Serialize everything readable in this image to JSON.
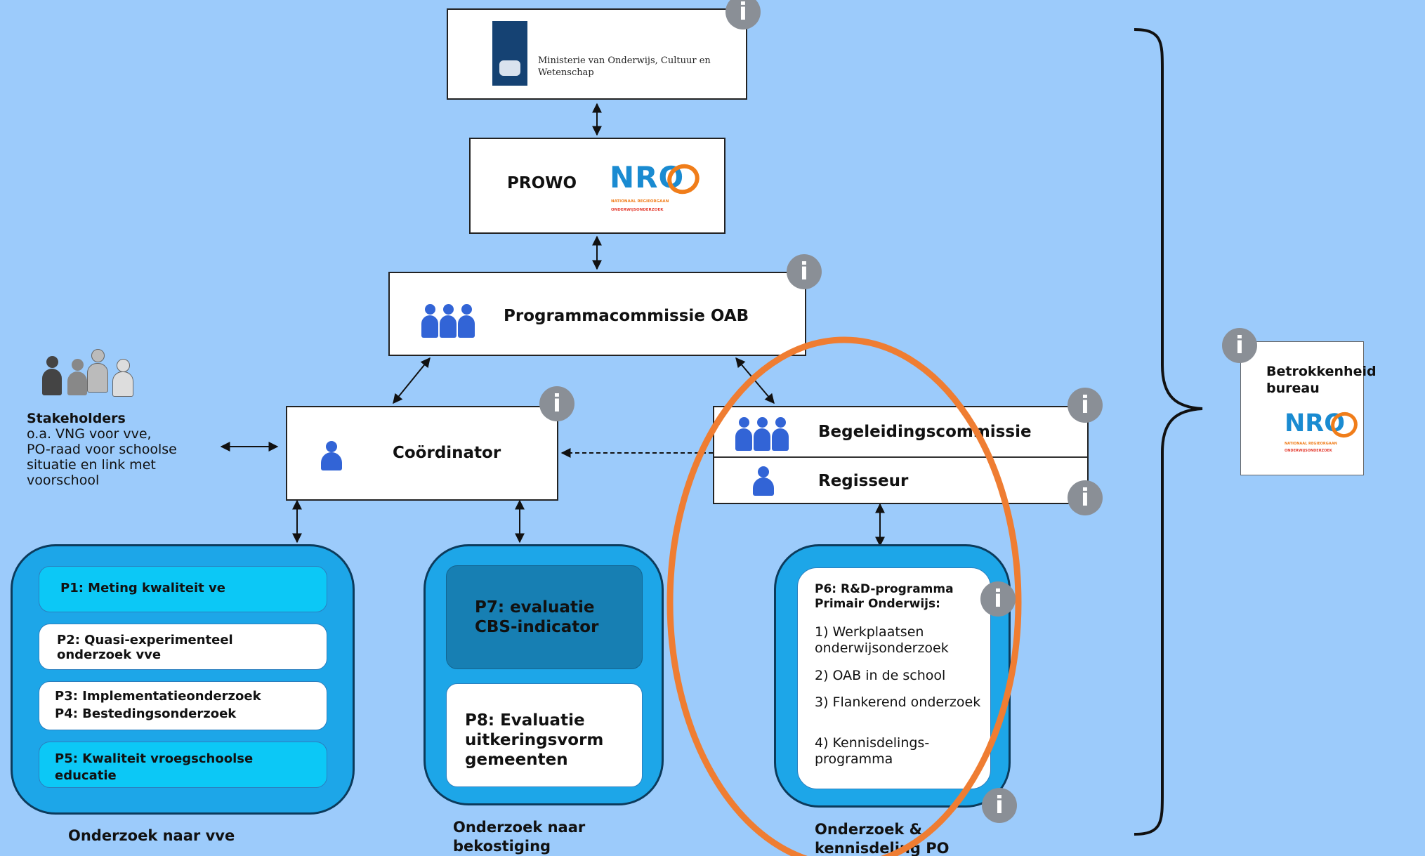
{
  "ministry": {
    "name": "Ministerie van Onderwijs, Cultuur en Wetenschap"
  },
  "prowo": {
    "label": "PROWO",
    "logo_text": "NRO",
    "logo_sub1": "NATIONAAL REGIEORGAAN",
    "logo_sub2": "ONDERWIJSONDERZOEK"
  },
  "programmacommissie": {
    "label": "Programmacommissie OAB"
  },
  "coordinator": {
    "label": "Coördinator"
  },
  "begeleiding": {
    "label": "Begeleidingscommissie"
  },
  "regisseur": {
    "label": "Regisseur"
  },
  "stakeholders": {
    "title": "Stakeholders",
    "lines": [
      "o.a. VNG voor vve,",
      "PO-raad voor schoolse",
      "situatie en link met",
      "voorschool"
    ]
  },
  "vve_panel": {
    "items": [
      "P1: Meting kwaliteit ve",
      "P2: Quasi-experimenteel onderzoek vve",
      "P3: Implementatieonderzoek",
      "P4: Bestedingsonderzoek",
      "P5: Kwaliteit vroegschoolse educatie"
    ],
    "caption": "Onderzoek naar vve"
  },
  "bekostiging_panel": {
    "items": [
      "P7: evaluatie CBS-indicator",
      "P8: Evaluatie uitkeringsvorm gemeenten"
    ],
    "caption": "Onderzoek naar bekostiging"
  },
  "po_panel": {
    "title": "P6: R&D-programma Primair Onderwijs:",
    "items": [
      "1) Werkplaatsen onderwijsonderzoek",
      "2) OAB in de school",
      "3) Flankerend onderzoek",
      "4) Kennisdelings-programma"
    ],
    "caption": "Onderzoek & kennisdeling PO"
  },
  "betrokkenheid": {
    "label": "Betrokkenheid bureau",
    "logo_text": "NRO",
    "logo_sub1": "NATIONAAL REGIEORGAAN",
    "logo_sub2": "ONDERWIJSONDERZOEK"
  },
  "info_label": "i",
  "colors": {
    "background": "#9ccbfb",
    "panel": "#1da6e8",
    "highlight_ellipse": "#ef7d32",
    "nro_blue": "#1a8bd1",
    "nro_orange": "#f07d1a",
    "nro_red": "#e43a2e"
  }
}
